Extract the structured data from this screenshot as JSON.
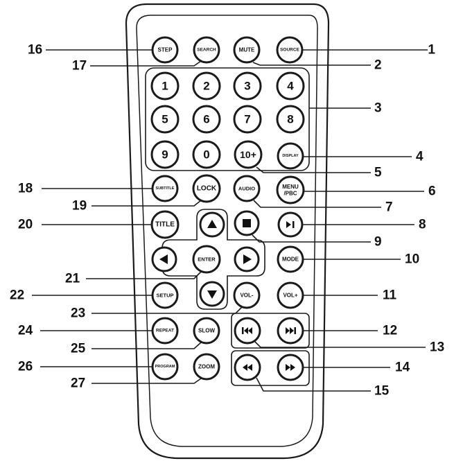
{
  "buttons": [
    {
      "id": "step",
      "label": "STEP",
      "kind": "small"
    },
    {
      "id": "search",
      "label": "SEARCH",
      "kind": "small"
    },
    {
      "id": "mute",
      "label": "MUTE",
      "kind": "small"
    },
    {
      "id": "source",
      "label": "SOURCE",
      "kind": "small"
    },
    {
      "id": "num1",
      "label": "1",
      "kind": "digit"
    },
    {
      "id": "num2",
      "label": "2",
      "kind": "digit"
    },
    {
      "id": "num3",
      "label": "3",
      "kind": "digit"
    },
    {
      "id": "num4",
      "label": "4",
      "kind": "digit"
    },
    {
      "id": "num5",
      "label": "5",
      "kind": "digit"
    },
    {
      "id": "num6",
      "label": "6",
      "kind": "digit"
    },
    {
      "id": "num7",
      "label": "7",
      "kind": "digit"
    },
    {
      "id": "num8",
      "label": "8",
      "kind": "digit"
    },
    {
      "id": "num9",
      "label": "9",
      "kind": "digit"
    },
    {
      "id": "num0",
      "label": "0",
      "kind": "digit"
    },
    {
      "id": "num10plus",
      "label": "10+",
      "kind": "digit"
    },
    {
      "id": "display",
      "label": "DISPLAY",
      "kind": "small"
    },
    {
      "id": "subtitle",
      "label": "SUBTITLE",
      "kind": "small"
    },
    {
      "id": "lock",
      "label": "LOCK",
      "kind": "medium"
    },
    {
      "id": "audio",
      "label": "AUDIO",
      "kind": "small"
    },
    {
      "id": "menu",
      "label": "MENU",
      "label2": "/PBC",
      "kind": "small"
    },
    {
      "id": "title",
      "label": "TITLE",
      "kind": "medium"
    },
    {
      "id": "up",
      "label": "",
      "icon": "triangle-up-icon"
    },
    {
      "id": "stop",
      "label": "",
      "icon": "stop-icon"
    },
    {
      "id": "playpause",
      "label": "",
      "icon": "play-pause-icon"
    },
    {
      "id": "left",
      "label": "",
      "icon": "triangle-left-icon"
    },
    {
      "id": "enter",
      "label": "ENTER",
      "kind": "small"
    },
    {
      "id": "right",
      "label": "",
      "icon": "triangle-right-icon"
    },
    {
      "id": "mode",
      "label": "MODE",
      "kind": "small"
    },
    {
      "id": "setup",
      "label": "SETUP",
      "kind": "small"
    },
    {
      "id": "down",
      "label": "",
      "icon": "triangle-down-icon"
    },
    {
      "id": "voldown",
      "label": "VOL-",
      "kind": "small"
    },
    {
      "id": "volup",
      "label": "VOL+",
      "kind": "small"
    },
    {
      "id": "repeat",
      "label": "REPEAT",
      "kind": "small"
    },
    {
      "id": "slow",
      "label": "SLOW",
      "kind": "small"
    },
    {
      "id": "prev",
      "label": "",
      "icon": "skip-previous-icon"
    },
    {
      "id": "next",
      "label": "",
      "icon": "skip-next-icon"
    },
    {
      "id": "program",
      "label": "PROGRAM",
      "kind": "small"
    },
    {
      "id": "zoom",
      "label": "ZOOM",
      "kind": "small"
    },
    {
      "id": "rewind",
      "label": "",
      "icon": "rewind-icon"
    },
    {
      "id": "forward",
      "label": "",
      "icon": "fast-forward-icon"
    }
  ],
  "callouts": [
    {
      "n": "1",
      "target": "source"
    },
    {
      "n": "2",
      "target": "mute"
    },
    {
      "n": "3",
      "target": "number-pad"
    },
    {
      "n": "4",
      "target": "display"
    },
    {
      "n": "5",
      "target": "num10plus"
    },
    {
      "n": "6",
      "target": "menu"
    },
    {
      "n": "7",
      "target": "audio"
    },
    {
      "n": "8",
      "target": "playpause"
    },
    {
      "n": "9",
      "target": "stop"
    },
    {
      "n": "10",
      "target": "mode"
    },
    {
      "n": "11",
      "target": "volup"
    },
    {
      "n": "12",
      "target": "next"
    },
    {
      "n": "13",
      "target": "prev"
    },
    {
      "n": "14",
      "target": "forward"
    },
    {
      "n": "15",
      "target": "rewind"
    },
    {
      "n": "16",
      "target": "step"
    },
    {
      "n": "17",
      "target": "search"
    },
    {
      "n": "18",
      "target": "subtitle"
    },
    {
      "n": "19",
      "target": "lock"
    },
    {
      "n": "20",
      "target": "title"
    },
    {
      "n": "21",
      "target": "enter"
    },
    {
      "n": "22",
      "target": "setup"
    },
    {
      "n": "23",
      "target": "voldown"
    },
    {
      "n": "24",
      "target": "repeat"
    },
    {
      "n": "25",
      "target": "slow"
    },
    {
      "n": "26",
      "target": "program"
    },
    {
      "n": "27",
      "target": "zoom"
    }
  ],
  "colors": {
    "ink": "#1a1a1a",
    "paper": "#ffffff"
  }
}
